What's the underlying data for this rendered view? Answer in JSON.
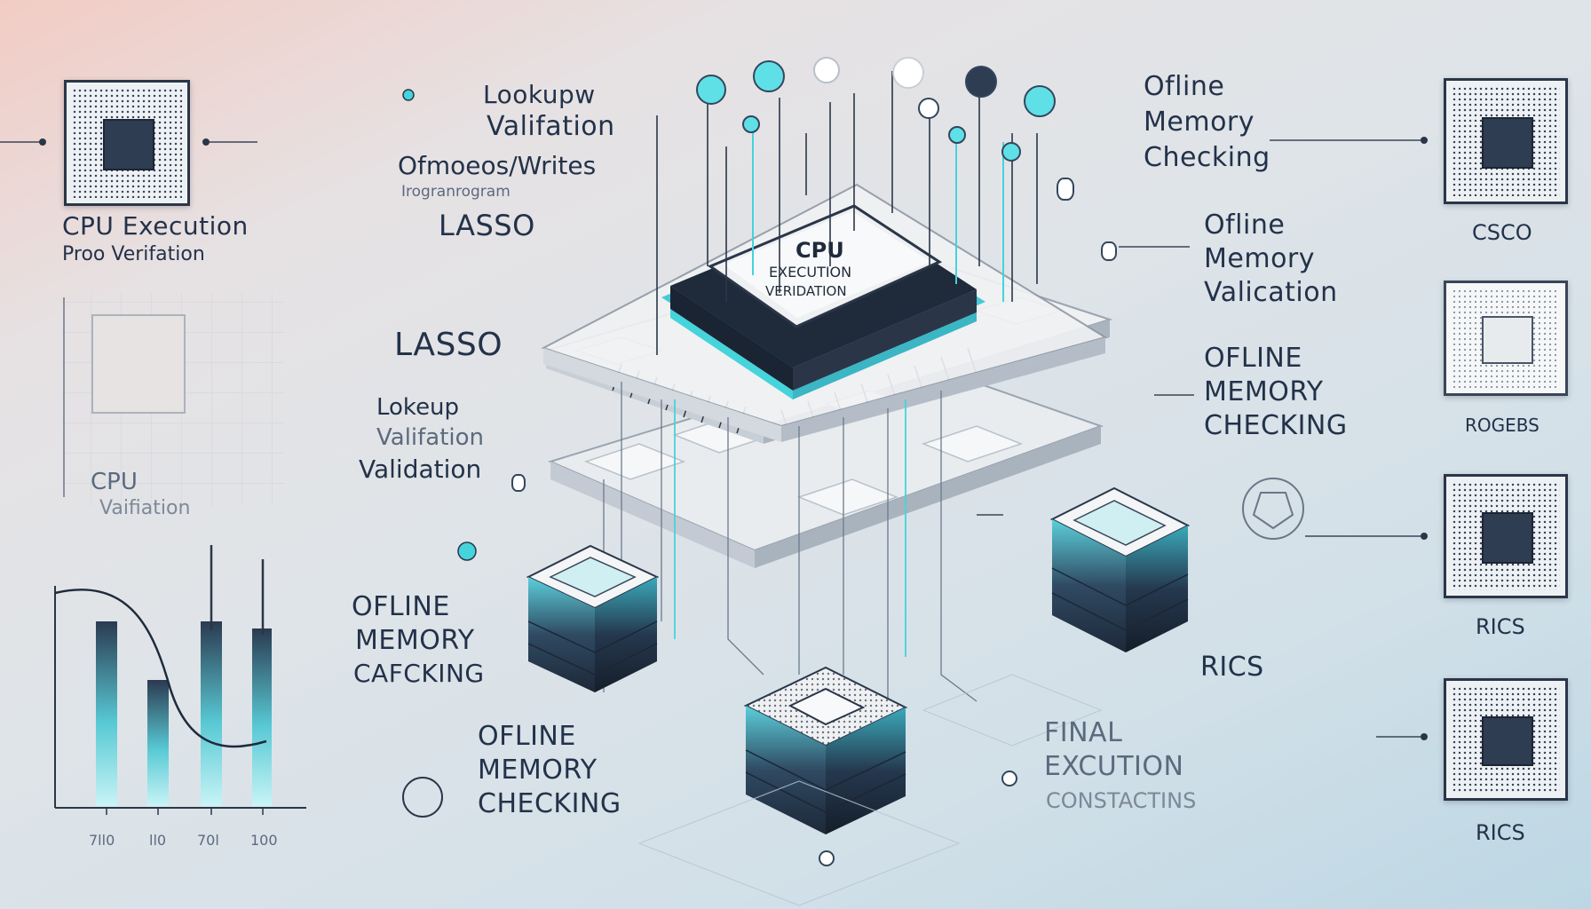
{
  "colors": {
    "ink": "#23324a",
    "teal": "#45d3dc",
    "chip_dark": "#2a3648",
    "board": "#eef0f2"
  },
  "central_chip": {
    "line1": "CPU",
    "line2": "EXECUTION",
    "line3": "VERIDATION"
  },
  "left_panel": {
    "top_caption_line1": "CPU Execution",
    "top_caption_line2": "Proo Verifation",
    "mid_caption_line1": "CPU",
    "mid_caption_line2": "Vaifiation",
    "chart_tick_labels": [
      "7ll0",
      "ll0",
      "70l",
      "100"
    ]
  },
  "center_labels": {
    "lookup_top_line1": "Lookupw",
    "lookup_top_line2": "Valifation",
    "readwrite_line1": "Ofmoeos/Writes",
    "readwrite_line2": "Irogranrogram",
    "lasso_upper": "LASSO",
    "lasso_lower": "LASSO",
    "lookup_mid_line1": "Lokeup",
    "lookup_mid_line2": "Valifation",
    "lookup_mid_line3": "Validation",
    "offline_left_line1": "OFLINE",
    "offline_left_line2": "MEMORY",
    "offline_left_line3": "CAFCKING",
    "offline_bottom_line1": "OFLINE",
    "offline_bottom_line2": "MEMORY",
    "offline_bottom_line3": "CHECKING",
    "final_line1": "FINAL",
    "final_line2": "EXCUTION",
    "final_line3": "CONSTACTINS",
    "rics_center": "RICS"
  },
  "right_labels": {
    "offline_top_line1": "Ofline",
    "offline_top_line2": "Memory",
    "offline_top_line3": "Checking",
    "offline_mid_line1": "Ofline",
    "offline_mid_line2": "Memory",
    "offline_mid_line3": "Valication",
    "offline_low_line1": "OFLINE",
    "offline_low_line2": "MEMORY",
    "offline_low_line3": "CHECKING"
  },
  "right_column": {
    "items": [
      {
        "label": "CSCO"
      },
      {
        "label": "ROGEBS"
      },
      {
        "label": "RICS"
      },
      {
        "label": "RICS"
      }
    ]
  }
}
